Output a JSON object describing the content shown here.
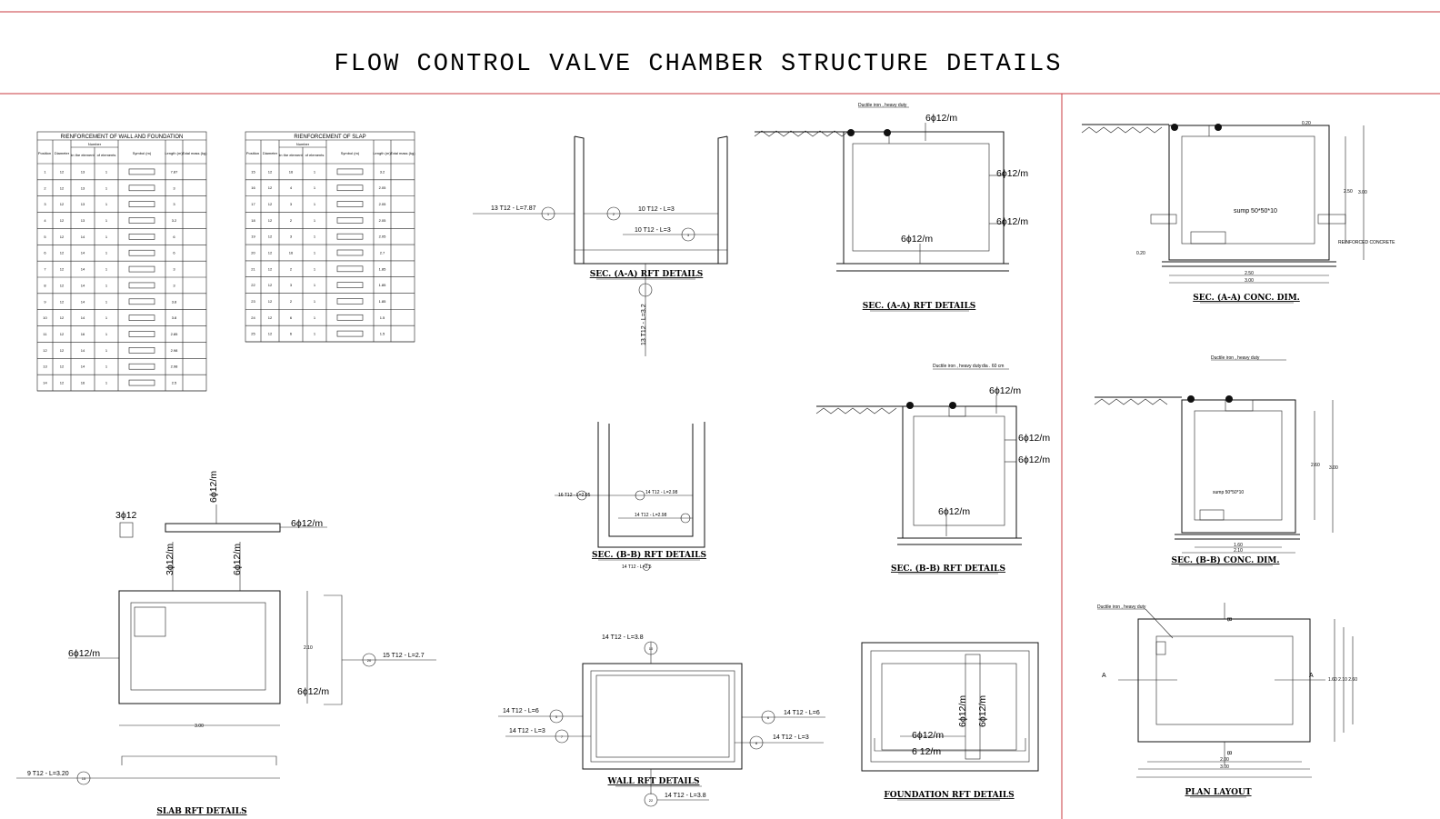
{
  "title": "FLOW CONTROL VALVE CHAMBER STRUCTURE DETAILS",
  "tables": {
    "wall": {
      "title": "RIENFORCEMENT OF WALL AND FOUNDATION",
      "headers": [
        "Position",
        "Diameter",
        "in the element",
        "of elements",
        "Symbol (m)",
        "Length (m)",
        "Total mass (kg)"
      ],
      "number_header": "Number",
      "rows": [
        [
          "1",
          "12",
          "13",
          "1",
          "7.87"
        ],
        [
          "2",
          "12",
          "13",
          "1",
          "3"
        ],
        [
          "3",
          "12",
          "13",
          "1",
          "3"
        ],
        [
          "4",
          "12",
          "13",
          "1",
          "3.2"
        ],
        [
          "5",
          "12",
          "14",
          "1",
          "6"
        ],
        [
          "6",
          "12",
          "14",
          "1",
          "6"
        ],
        [
          "7",
          "12",
          "14",
          "1",
          "3"
        ],
        [
          "8",
          "12",
          "14",
          "1",
          "3"
        ],
        [
          "9",
          "12",
          "14",
          "1",
          "3.8"
        ],
        [
          "10",
          "12",
          "14",
          "1",
          "3.8"
        ],
        [
          "11",
          "12",
          "16",
          "1",
          "2.85"
        ],
        [
          "12",
          "12",
          "14",
          "1",
          "2.98"
        ],
        [
          "13",
          "12",
          "14",
          "1",
          "2.98"
        ],
        [
          "14",
          "12",
          "16",
          "1",
          "2.5"
        ]
      ]
    },
    "slab": {
      "title": "RIENFORCEMENT OF SLAP",
      "headers": [
        "Position",
        "Diameter",
        "in the element",
        "of elements",
        "Symbol (m)",
        "Length (m)",
        "Total mass (kg)"
      ],
      "number_header": "Number",
      "rows": [
        [
          "15",
          "12",
          "16",
          "1",
          "3.2"
        ],
        [
          "16",
          "12",
          "4",
          "1",
          "2.05"
        ],
        [
          "17",
          "12",
          "3",
          "1",
          "2.05"
        ],
        [
          "18",
          "12",
          "2",
          "1",
          "2.05"
        ],
        [
          "19",
          "12",
          "3",
          "1",
          "2.05"
        ],
        [
          "20",
          "12",
          "16",
          "1",
          "2.7"
        ],
        [
          "21",
          "12",
          "2",
          "1",
          "1.85"
        ],
        [
          "22",
          "12",
          "3",
          "1",
          "1.85"
        ],
        [
          "23",
          "12",
          "2",
          "1",
          "1.85"
        ],
        [
          "24",
          "12",
          "6",
          "1",
          "1.5"
        ],
        [
          "25",
          "12",
          "6",
          "1",
          "1.5"
        ]
      ]
    }
  },
  "captions": {
    "sec_aa_rft_1": "SEC. (A-A) RFT DETAILS",
    "sec_aa_rft_2": "SEC. (A-A) RFT DETAILS",
    "sec_aa_conc": "SEC. (A-A) CONC. DIM.",
    "sec_bb_rft_1": "SEC. (B-B) RFT DETAILS",
    "sec_bb_rft_2": "SEC. (B-B) RFT DETAILS",
    "sec_bb_conc": "SEC. (B-B) CONC. DIM.",
    "slab_rft": "SLAB RFT DETAILS",
    "wall_rft": "WALL RFT DETAILS",
    "foundation_rft": "FOUNDATION RFT DETAILS",
    "plan_layout": "PLAN LAYOUT"
  },
  "labels": {
    "aa1_bar1": "13 T12 - L=7.87",
    "aa1_bar2": "10 T12 - L=3",
    "aa1_bar3": "10 T12 - L=3",
    "aa1_bar4": "13 T12 - L=3.2",
    "bb1_bar1": "16 T12 - L=2.05",
    "bb1_bar2": "14 T12 - L=2.98",
    "bb1_bar3": "14 T12 - L=2.98",
    "bb1_bar4": "14 T12 - L=2.5",
    "wall_bar1": "14 T12 - L=3.8",
    "wall_bar2": "14 T12 - L=6",
    "wall_bar3": "14 T12 - L=3",
    "wall_bar4": "14 T12 - L=6",
    "wall_bar5": "14 T12 - L=3",
    "wall_bar6": "14 T12 - L=3.8",
    "slab_bar1": "15 T12 - L=2.7",
    "slab_bar2": "9 T12 - L=3.20",
    "ductile1": "Ductile iron , heavy duty",
    "ductile2": "Ductile iron , heavy duty",
    "dia": "dia . 60 cm",
    "ductile3": "Ductile iron , heavy duty",
    "ductile4": "Ductile iron , heavy duty",
    "sump1": "sump 50*50*10",
    "sump2": "sump 50*50*10",
    "reinf_concrete": "REINFORCED CONCRETE",
    "phi_m": "6ϕ12/m",
    "phi_m_alt": "6 12/m",
    "phi_3": "3ϕ12",
    "phi_3m": "3ϕ12/m",
    "sec_a": "A",
    "sec_b": "B",
    "dim_a1": "2.50",
    "dim_a2": "3.00",
    "dim_a3": "2.50",
    "dim_a4": "3.00",
    "dim_b1": "1.60",
    "dim_b2": "2.10",
    "dim_b3": "2.60",
    "dim_b4": "3.00",
    "dim_s1": "3.00",
    "dim_s2": "2.10",
    "dim_p1": "2.00",
    "dim_p2": "3.00",
    "dim_p3": "1.60 2.10 2.60",
    "dim_a5": "0.20",
    "dim_a6": "0.20"
  }
}
